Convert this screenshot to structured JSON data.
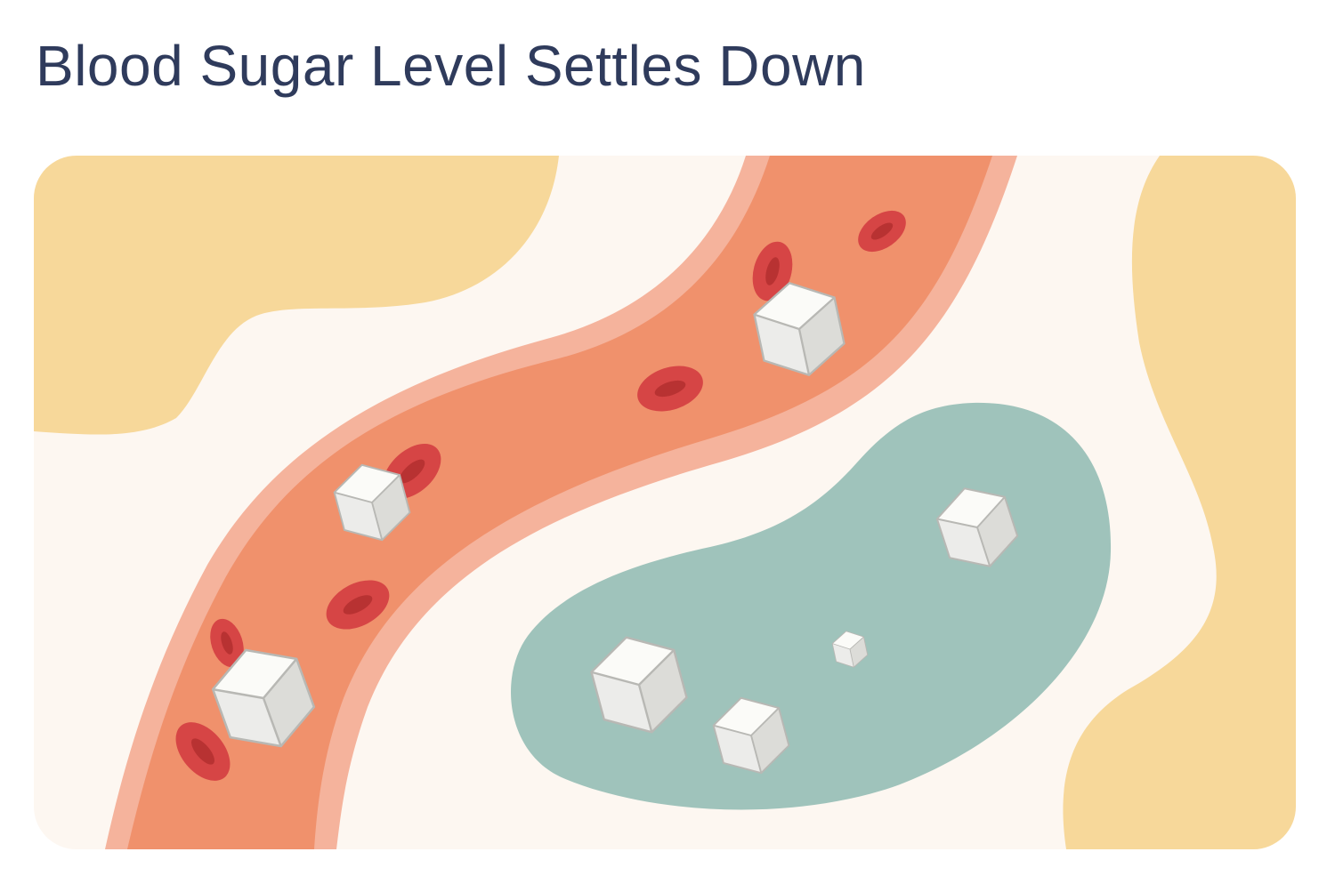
{
  "title": "Blood Sugar Level Settles Down",
  "colors": {
    "title_text": "#2f3b5c",
    "background": "#fdf7f1",
    "yellow_blob": "#f7d89a",
    "vessel_outer": "#f5b39c",
    "vessel_inner": "#f0916c",
    "blood_cell": "#d64545",
    "blood_cell_center": "#b83232",
    "cell_body": "#9fc3bb",
    "sugar_cube_top": "#fbfbf8",
    "sugar_cube_left": "#ececea",
    "sugar_cube_right": "#dcdcd8",
    "sugar_cube_edge": "#b8b8b4"
  },
  "illustration": {
    "icon": "bloodstream-illustration",
    "elements": {
      "blood_vessel": "blood-vessel",
      "red_blood_cell": "red-blood-cell-icon",
      "sugar_cube": "sugar-cube-icon",
      "body_cell": "body-cell"
    }
  }
}
